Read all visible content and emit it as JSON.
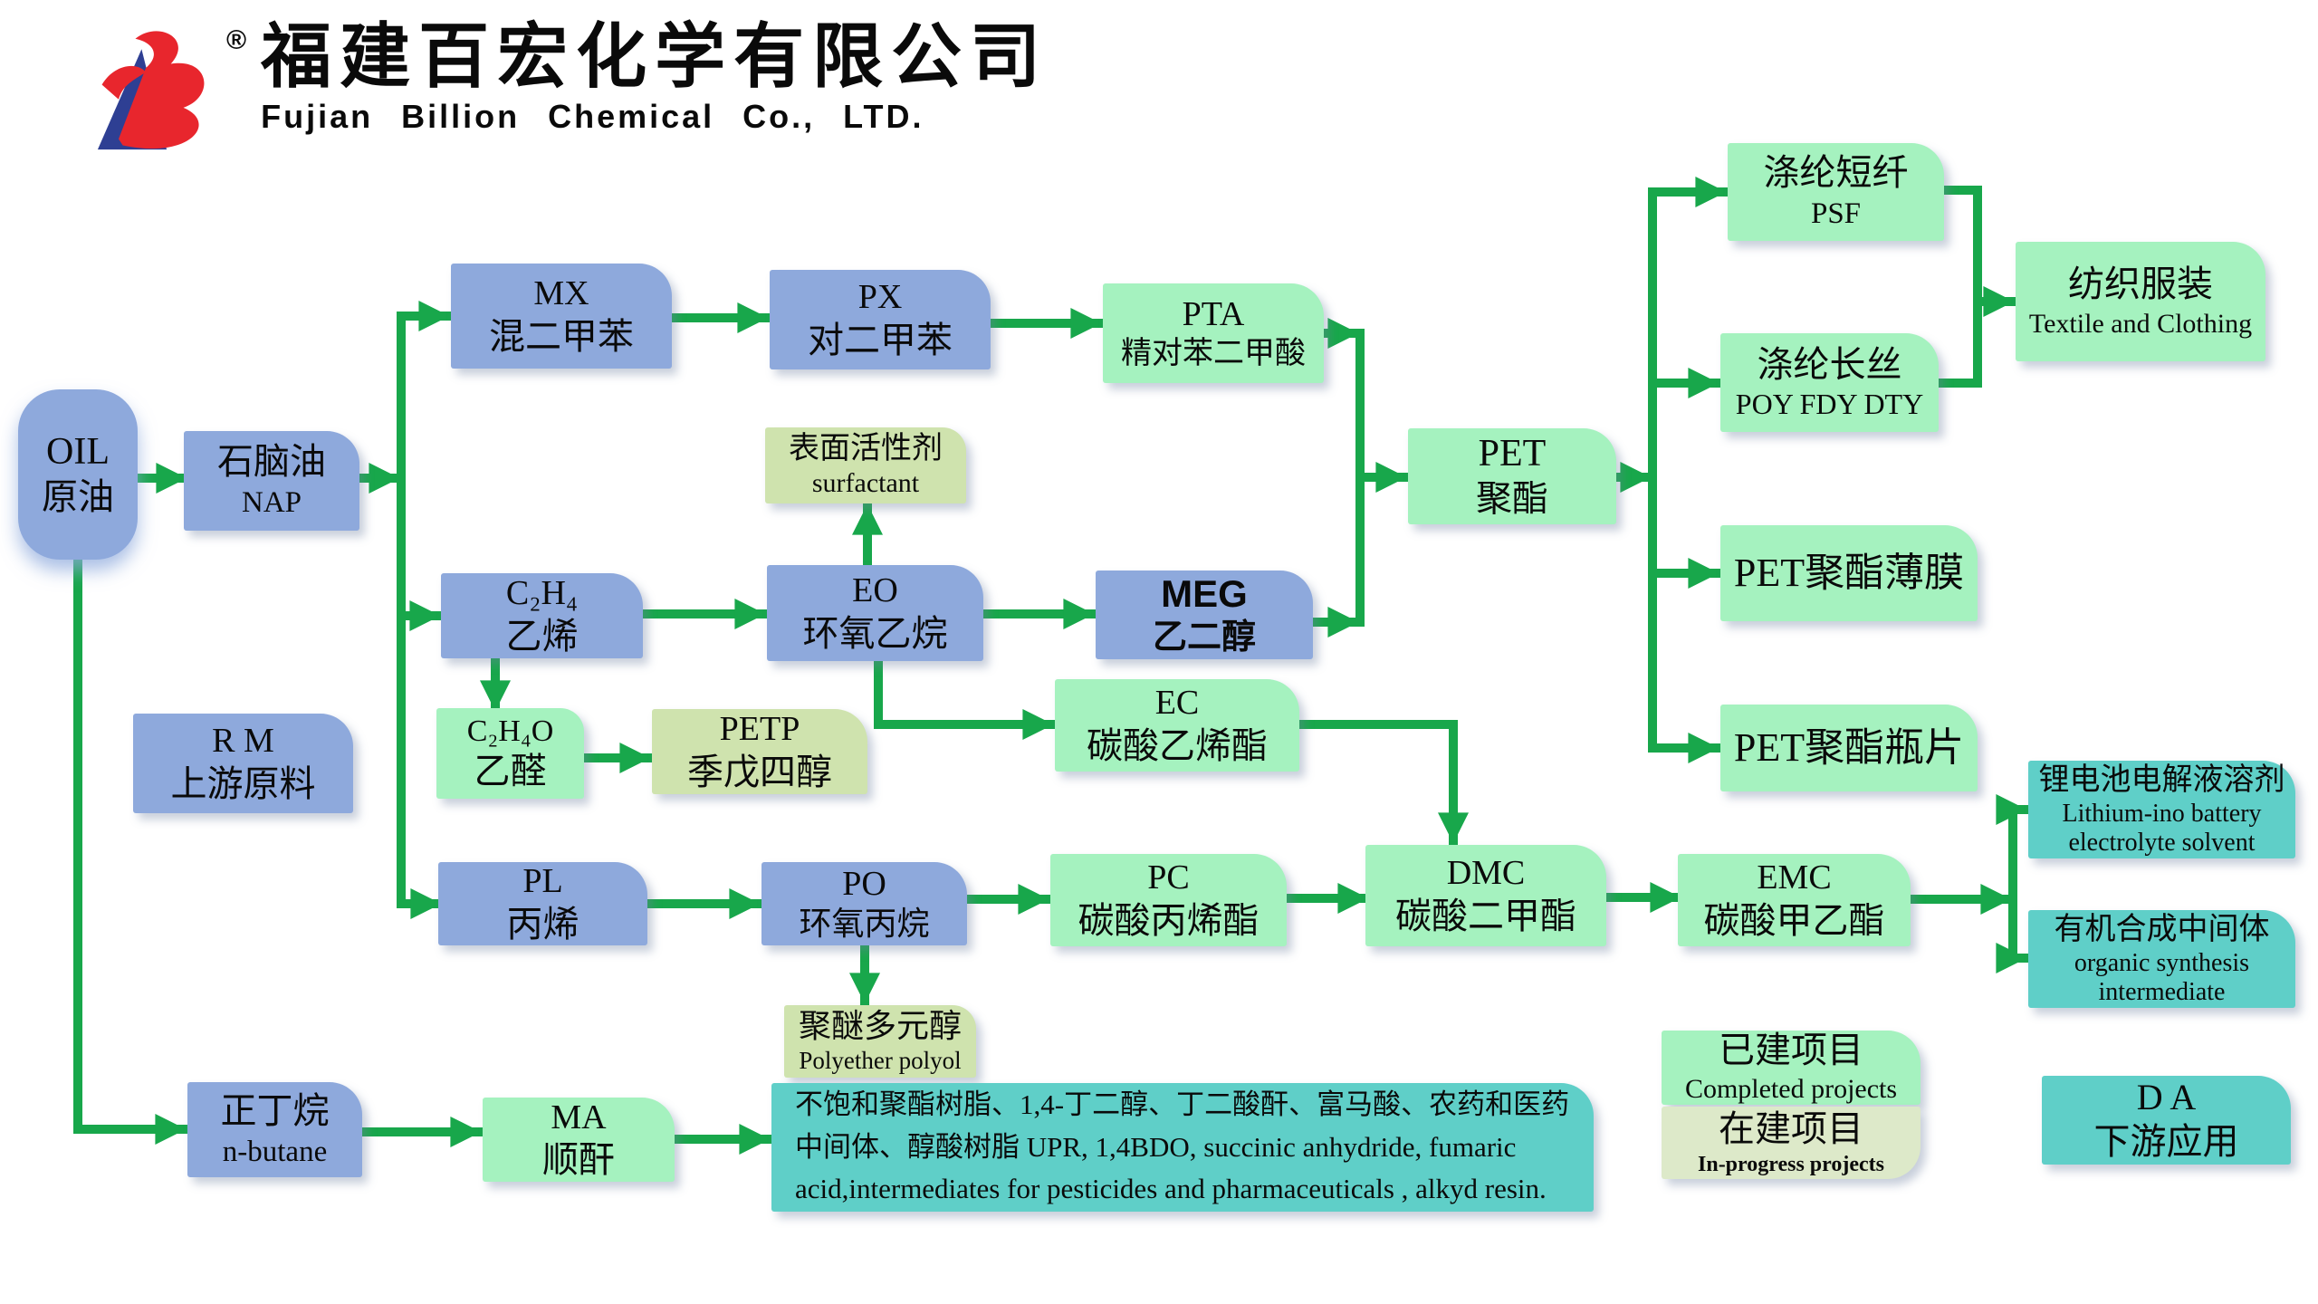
{
  "header": {
    "logo_zh": "福建百宏化学有限公司",
    "logo_en": "Fujian Billion Chemical Co., LTD.",
    "registered_mark": "®"
  },
  "colors": {
    "upstream_blue": "#8ea9dc",
    "completed_green": "#a5f2bf",
    "inprogress_olive": "#cfe3ae",
    "downstream_teal": "#5fcfc8",
    "legend_pale": "#dde9c9",
    "arrow_green": "#18a74b"
  },
  "nodes": {
    "oil": {
      "title": "OIL",
      "subtitle": "原油"
    },
    "nap": {
      "title": "石脑油",
      "subtitle": "NAP"
    },
    "mx": {
      "title": "MX",
      "subtitle": "混二甲苯"
    },
    "px": {
      "title": "PX",
      "subtitle": "对二甲苯"
    },
    "pta": {
      "title": "PTA",
      "subtitle": "精对苯二甲酸"
    },
    "surfactant": {
      "title": "表面活性剂",
      "subtitle": "surfactant"
    },
    "eo": {
      "title": "EO",
      "subtitle": "环氧乙烷"
    },
    "meg": {
      "title": "MEG",
      "subtitle": "乙二醇"
    },
    "pet": {
      "title": "PET",
      "subtitle": "聚酯"
    },
    "psf": {
      "title": "涤纶短纤",
      "subtitle": "PSF"
    },
    "poy": {
      "title": "涤纶长丝",
      "subtitle": "POY FDY DTY"
    },
    "textile": {
      "title": "纺织服装",
      "subtitle": "Textile and Clothing"
    },
    "film": {
      "title": "PET聚酯薄膜"
    },
    "bottle": {
      "title": "PET聚酯瓶片"
    },
    "c2h4": {
      "title": "C₂H₄",
      "subtitle": "乙烯"
    },
    "c2h4o": {
      "title": "C₂H₄O",
      "subtitle": "乙醛"
    },
    "petp": {
      "title": "PETP",
      "subtitle": "季戊四醇"
    },
    "ec": {
      "title": "EC",
      "subtitle": "碳酸乙烯酯"
    },
    "rm": {
      "title": "R M",
      "subtitle": "上游原料"
    },
    "pl": {
      "title": "PL",
      "subtitle": "丙烯"
    },
    "po": {
      "title": "PO",
      "subtitle": "环氧丙烷"
    },
    "pc": {
      "title": "PC",
      "subtitle": "碳酸丙烯酯"
    },
    "dmc": {
      "title": "DMC",
      "subtitle": "碳酸二甲酯"
    },
    "emc": {
      "title": "EMC",
      "subtitle": "碳酸甲乙酯"
    },
    "libattery": {
      "title": "锂电池电解液溶剂",
      "subtitle": "Lithium-ino battery electrolyte solvent"
    },
    "organic": {
      "title": "有机合成中间体",
      "subtitle": "organic synthesis intermediate"
    },
    "polyol": {
      "title": "聚醚多元醇",
      "subtitle": "Polyether polyol"
    },
    "legend_done": {
      "title": "已建项目",
      "subtitle": "Completed projects"
    },
    "legend_prog": {
      "title": "在建项目",
      "subtitle": "In-progress projects"
    },
    "da": {
      "title": "D A",
      "subtitle": "下游应用"
    },
    "nbutane": {
      "title": "正丁烷",
      "subtitle": "n-butane"
    },
    "ma": {
      "title": "MA",
      "subtitle": "顺酐"
    },
    "bigbox": {
      "title": "不饱和聚酯树脂、1,4-丁二醇、丁二酸酐、富马酸、农药和医药中间体、醇酸树脂  UPR, 1,4BDO, succinic anhydride, fumaric acid,intermediates for pesticides and pharmaceuticals , alkyd resin."
    }
  }
}
